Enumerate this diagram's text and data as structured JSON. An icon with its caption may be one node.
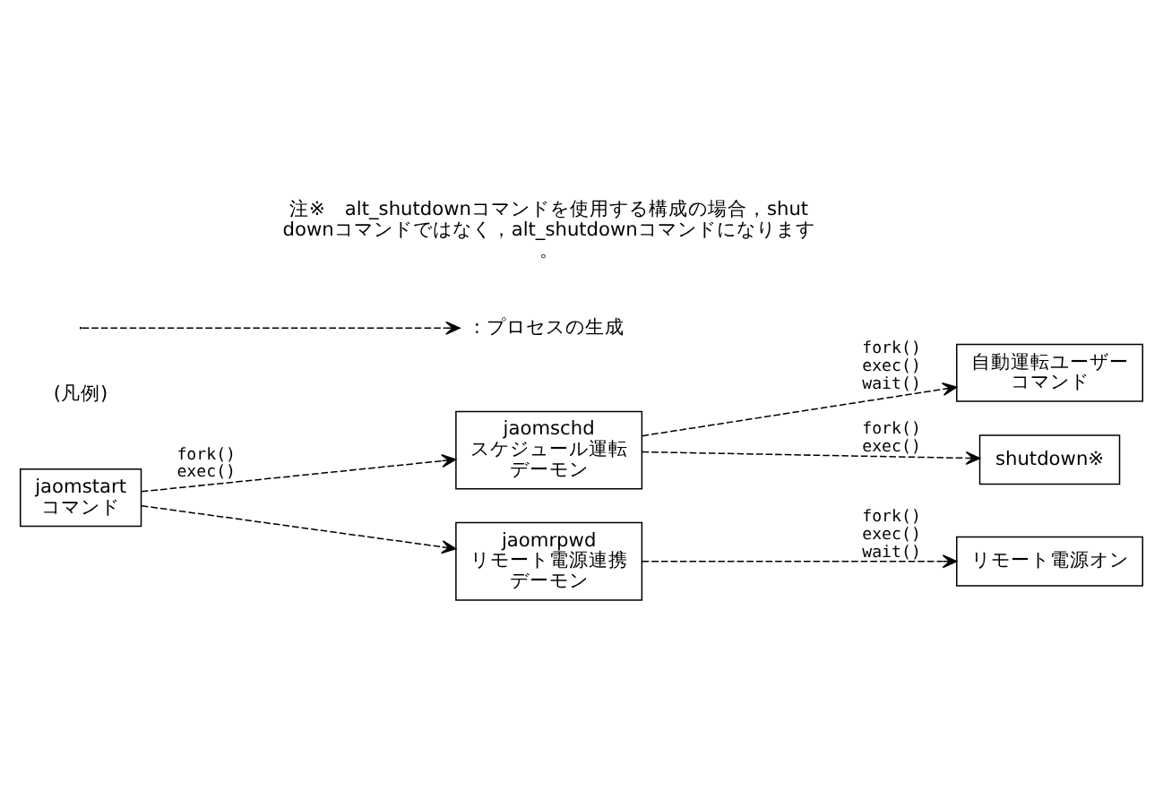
{
  "diagram": {
    "nodes": [
      {
        "text": [
          "jaomstart",
          "コマンド"
        ]
      },
      {
        "text": [
          "jaomschd",
          "スケジュール運転デーモン"
        ]
      },
      {
        "text": [
          "自動運転ユーザーコマンド"
        ]
      },
      {
        "text": [
          "shutdown※"
        ]
      },
      {
        "text": [
          "jaomrpwd",
          "リモート電源連携デーモン"
        ]
      },
      {
        "text": [
          "リモート電源オン"
        ]
      }
    ],
    "edges": [
      {
        "from": 0,
        "to": 1,
        "arrow": "to",
        "style": "dashed",
        "label": "fork() exec()"
      },
      {
        "from": 0,
        "to": 4,
        "arrow": "to",
        "style": "dashed"
      },
      {
        "from": 1,
        "to": 2,
        "arrow": "to",
        "style": "dashed",
        "label": "fork() exec() wait()"
      },
      {
        "from": 1,
        "to": 3,
        "arrow": "to",
        "style": "dashed",
        "label": "fork() exec()"
      },
      {
        "from": 4,
        "to": 5,
        "arrow": "to",
        "style": "dashed",
        "label": "fork() exec() wait()"
      }
    ],
    "labels": [
      "(凡例)",
      "注※　alt_shutdownコマンドを使用する構成の場合，shutdownコマンドではなく，alt_shutdownコマンドになります。"
    ],
    "legend": [
      {
        "text": ": プロセスの生成"
      }
    ]
  }
}
